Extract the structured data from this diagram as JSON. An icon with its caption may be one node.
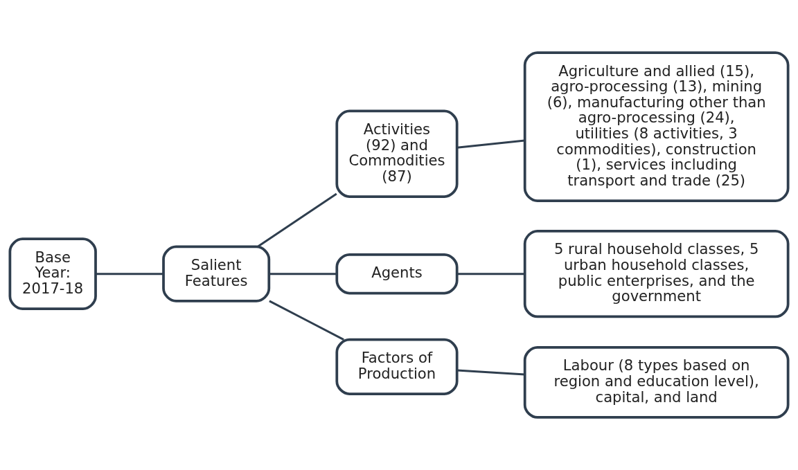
{
  "diagram": {
    "nodes": [
      {
        "text": [
          "Base Year: 2017-18"
        ]
      },
      {
        "text": [
          "Salient Features"
        ]
      },
      {
        "text": [
          "Activities (92) and Commodities (87)"
        ]
      },
      {
        "text": [
          "Agriculture and allied (15), agro-processing (13), mining (6), manufacturing other than agro-processing (24), utilities (8 activities, 3 commodities), construction (1), services including transport and trade (25)"
        ]
      },
      {
        "text": [
          "Agents"
        ]
      },
      {
        "text": [
          "5 rural household classes, 5 urban household classes, public enterprises, and the government"
        ]
      },
      {
        "text": [
          "Factors of Production"
        ]
      },
      {
        "text": [
          "Labour (8 types based on region and education level), capital, and land"
        ]
      }
    ],
    "edges": [
      {
        "from": 0,
        "to": 1,
        "arrow": "none"
      },
      {
        "from": 1,
        "to": 2,
        "arrow": "none"
      },
      {
        "from": 1,
        "to": 4,
        "arrow": "none"
      },
      {
        "from": 1,
        "to": 6,
        "arrow": "none"
      },
      {
        "from": 2,
        "to": 3,
        "arrow": "none"
      },
      {
        "from": 4,
        "to": 5,
        "arrow": "none"
      },
      {
        "from": 6,
        "to": 7,
        "arrow": "none"
      }
    ]
  }
}
